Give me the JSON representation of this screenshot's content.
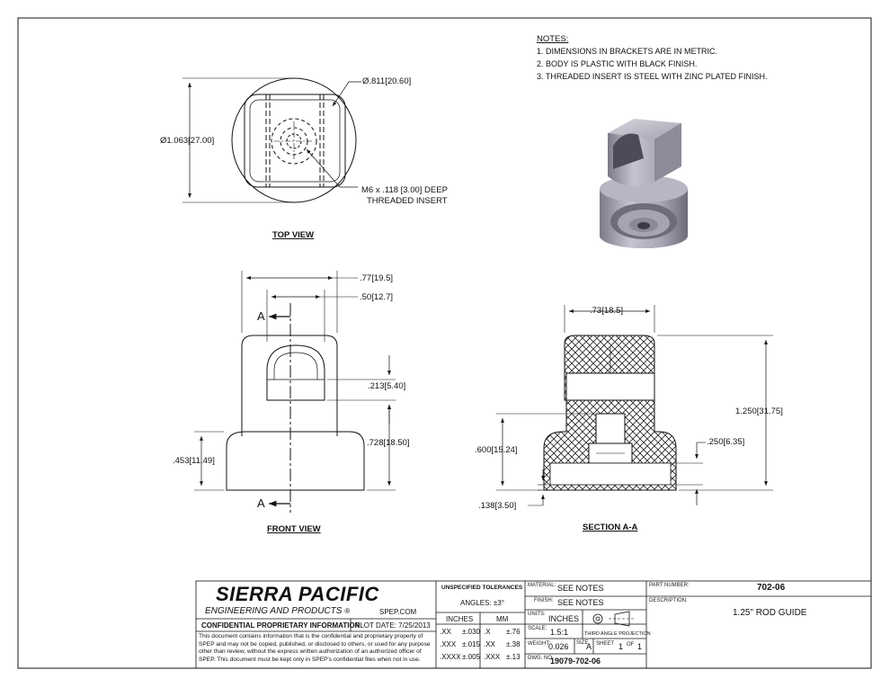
{
  "notes": {
    "title": "NOTES:",
    "items": [
      "1.   DIMENSIONS IN BRACKETS ARE IN METRIC.",
      "2.   BODY IS PLASTIC WITH BLACK FINISH.",
      "3.   THREADED INSERT IS STEEL WITH ZINC PLATED FINISH."
    ]
  },
  "views": {
    "top": {
      "title": "TOP VIEW",
      "dim_outer": "Ø1.063",
      "dim_outer_metric": "[27.00]",
      "dim_inner": "Ø.811",
      "dim_inner_metric": "[20.60]",
      "callout_line1": "M6 x .118 [3.00] DEEP",
      "callout_line2": "THREADED INSERT"
    },
    "front": {
      "title": "FRONT VIEW",
      "dim_width": ".77",
      "dim_width_metric": "[19.5]",
      "dim_hole": ".50",
      "dim_hole_metric": "[12.7]",
      "dim_slot": ".213",
      "dim_slot_metric": "[5.40]",
      "dim_upper": ".728",
      "dim_upper_metric": "[18.50]",
      "dim_base": ".453",
      "dim_base_metric": "[11.49]",
      "section_mark": "A"
    },
    "section": {
      "title": "SECTION A-A",
      "dim_top": ".73",
      "dim_top_metric": "[18.5]",
      "dim_height": "1.250",
      "dim_height_metric": "[31.75]",
      "dim_base_h": ".600",
      "dim_base_h_metric": "[15.24]",
      "dim_insert": ".250",
      "dim_insert_metric": "[6.35]",
      "dim_bottom": ".138",
      "dim_bottom_metric": "[3.50]"
    }
  },
  "title_block": {
    "company": "SIERRA PACIFIC",
    "subtitle": "ENGINEERING AND PRODUCTS",
    "registered": "®",
    "website": "SPEP.COM",
    "confidential": "CONFIDENTIAL PROPRIETARY INFORMATION",
    "plot_date": "PLOT DATE: 7/25/2013",
    "disclaimer": "This document contains information that is the confidential and proprietary property of SPEP and may not be copied, published, or disclosed to others, or used for any purpose other than review, without the express written authorization of an authorized officer of SPEP. This document must be kept only in SPEP's confidential files when not in use.",
    "tolerances": {
      "title": "UNSPECIFIED TOLERANCES",
      "angles": "ANGLES: ±3°",
      "inches_header": "INCHES",
      "mm_header": "MM",
      "rows": [
        {
          "in_k": ".XX",
          "in_v": "±.030",
          "mm_k": ".X",
          "mm_v": "±.76"
        },
        {
          "in_k": ".XXX",
          "in_v": "±.015",
          "mm_k": ".XX",
          "mm_v": "±.38"
        },
        {
          "in_k": ".XXXX",
          "in_v": "±.005",
          "mm_k": ".XXX",
          "mm_v": "±.13"
        }
      ]
    },
    "material_label": "MATERIAL:",
    "material": "SEE NOTES",
    "finish_label": "FINISH:",
    "finish": "SEE NOTES",
    "units_label": "UNITS:",
    "units": "INCHES",
    "projection": "THIRD ANGLE PROJECTION",
    "scale_label": "SCALE:",
    "scale": "1.5:1",
    "weight_label": "WEIGHT:",
    "weight": "0.026",
    "size_label": "SIZE",
    "size": "A",
    "sheet_label": "SHEET",
    "sheet": "1",
    "of_label": "OF",
    "of": "1",
    "dwg_label": "DWG. NO.",
    "dwg": "19079-702-06",
    "part_label": "PART NUMBER:",
    "part": "702-06",
    "desc_label": "DESCRIPTION:",
    "description": "1.25\" ROD GUIDE"
  }
}
